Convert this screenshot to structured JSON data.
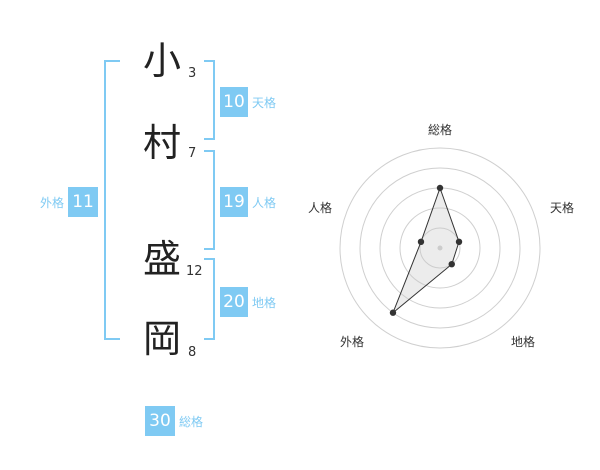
{
  "name_chars": [
    {
      "char": "小",
      "strokes": "3"
    },
    {
      "char": "村",
      "strokes": "7"
    },
    {
      "char": "盛",
      "strokes": "12"
    },
    {
      "char": "岡",
      "strokes": "8"
    }
  ],
  "kaku": {
    "tenkaku": {
      "value": "10",
      "label": "天格"
    },
    "jinkaku": {
      "value": "19",
      "label": "人格"
    },
    "chikaku": {
      "value": "20",
      "label": "地格"
    },
    "gaikaku": {
      "value": "11",
      "label": "外格"
    },
    "soukaku": {
      "value": "30",
      "label": "総格"
    }
  },
  "colors": {
    "accent": "#7fcaf3",
    "text": "#222222"
  },
  "chart_data": {
    "type": "radar",
    "axes": [
      "総格",
      "天格",
      "地格",
      "外格",
      "人格"
    ],
    "values": [
      3,
      1,
      1,
      4,
      1
    ],
    "rmax": 5,
    "rings": 5
  }
}
